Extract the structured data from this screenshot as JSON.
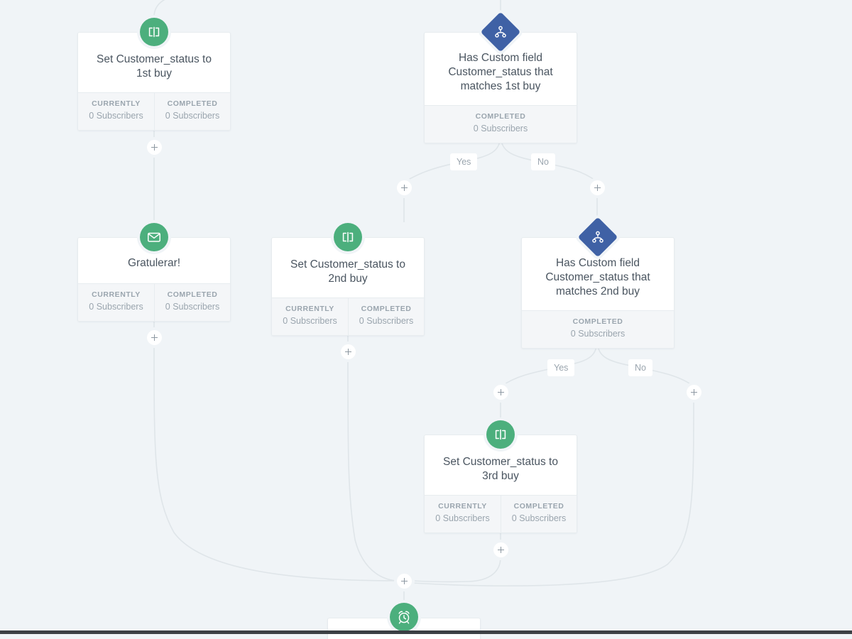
{
  "canvas": {
    "background_color": "#f0f4f7",
    "connector_color": "#dfe5e9",
    "action_badge_color": "#4caf7d",
    "condition_badge_color": "#3f61a5"
  },
  "labels": {
    "currently": "CURRENTLY",
    "completed": "COMPLETED",
    "subscribers_zero": "0 Subscribers",
    "yes": "Yes",
    "no": "No",
    "add": "+"
  },
  "nodes": [
    {
      "id": "set-1st-buy",
      "type": "action",
      "icon": "custom-field-icon",
      "title": "Set Customer_status to\n1st buy",
      "stats": [
        {
          "label": "CURRENTLY",
          "value": "0 Subscribers"
        },
        {
          "label": "COMPLETED",
          "value": "0 Subscribers"
        }
      ]
    },
    {
      "id": "has-field-1st-buy",
      "type": "condition",
      "icon": "branch-icon",
      "title": "Has Custom field\nCustomer_status that\nmatches 1st buy",
      "stats": [
        {
          "label": "COMPLETED",
          "value": "0 Subscribers"
        }
      ],
      "branches": [
        "Yes",
        "No"
      ]
    },
    {
      "id": "gratulerar-email",
      "type": "email",
      "icon": "envelope-icon",
      "title": "Gratulerar!",
      "stats": [
        {
          "label": "CURRENTLY",
          "value": "0 Subscribers"
        },
        {
          "label": "COMPLETED",
          "value": "0 Subscribers"
        }
      ]
    },
    {
      "id": "set-2nd-buy",
      "type": "action",
      "icon": "custom-field-icon",
      "title": "Set Customer_status to\n2nd buy",
      "stats": [
        {
          "label": "CURRENTLY",
          "value": "0 Subscribers"
        },
        {
          "label": "COMPLETED",
          "value": "0 Subscribers"
        }
      ]
    },
    {
      "id": "has-field-2nd-buy",
      "type": "condition",
      "icon": "branch-icon",
      "title": "Has Custom field\nCustomer_status that\nmatches 2nd buy",
      "stats": [
        {
          "label": "COMPLETED",
          "value": "0 Subscribers"
        }
      ],
      "branches": [
        "Yes",
        "No"
      ]
    },
    {
      "id": "set-3rd-buy",
      "type": "action",
      "icon": "custom-field-icon",
      "title": "Set Customer_status to\n3rd buy",
      "stats": [
        {
          "label": "CURRENTLY",
          "value": "0 Subscribers"
        },
        {
          "label": "COMPLETED",
          "value": "0 Subscribers"
        }
      ]
    },
    {
      "id": "wait-delay",
      "type": "delay",
      "icon": "alarm-clock-icon",
      "title": "",
      "stats": []
    }
  ]
}
